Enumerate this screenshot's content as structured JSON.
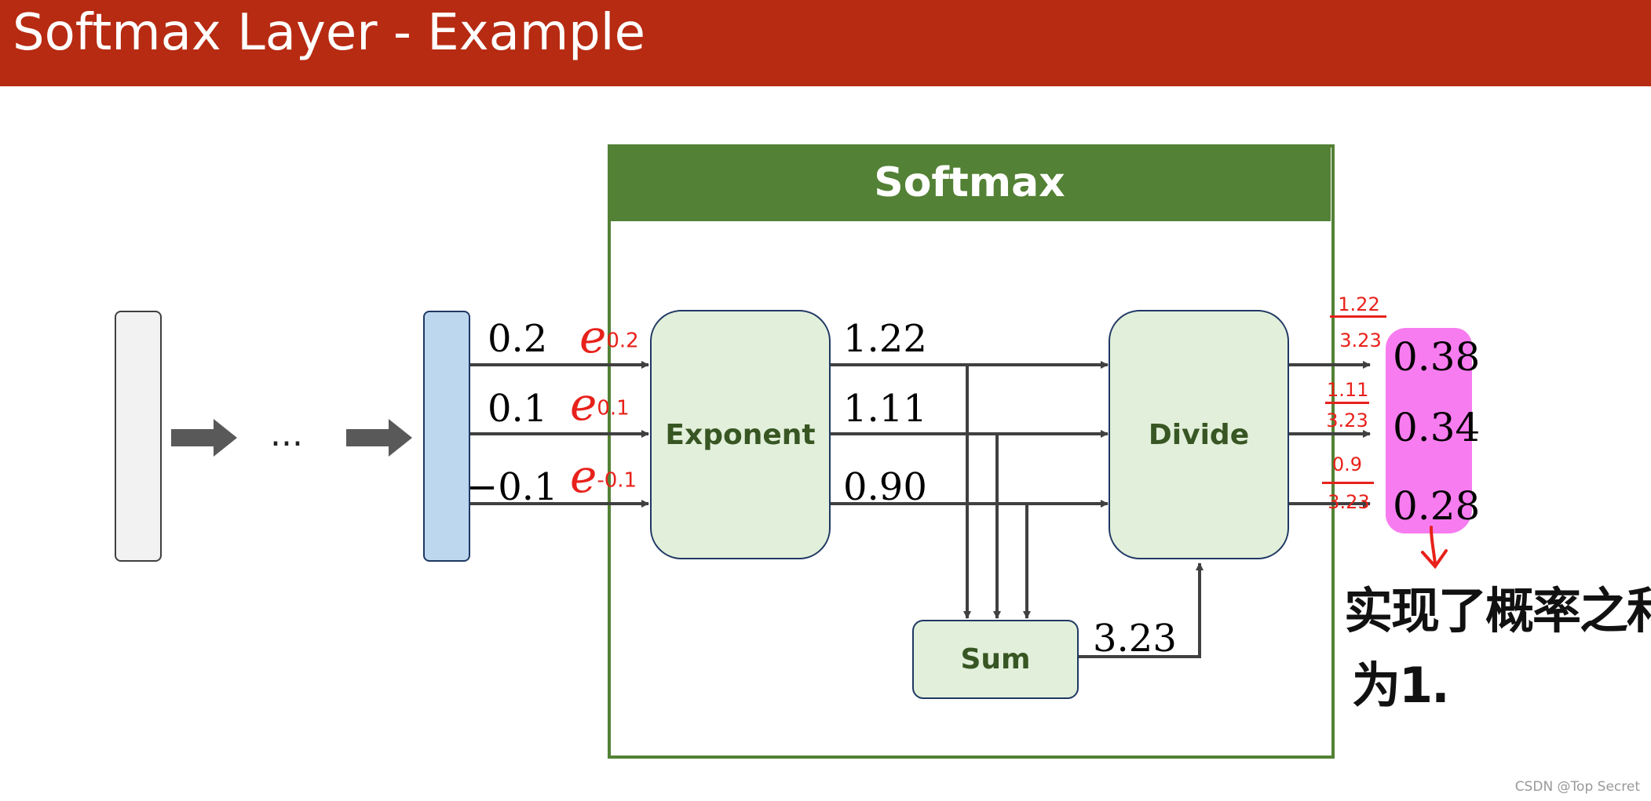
{
  "title": "Softmax Layer - Example",
  "softmax_label": "Softmax",
  "ellipsis": "...",
  "inputs": [
    "0.2",
    "0.1",
    "−0.1"
  ],
  "exponent_label": "Exponent",
  "exponent_outputs": [
    "1.22",
    "1.11",
    "0.90"
  ],
  "divide_label": "Divide",
  "sum_label": "Sum",
  "sum_value": "3.23",
  "outputs": [
    "0.38",
    "0.34",
    "0.28"
  ],
  "annotations": {
    "exp_base": "e",
    "exponents": [
      "0.2",
      "0.1",
      "-0.1"
    ],
    "fractions": [
      {
        "num": "1.22",
        "den": "3.23"
      },
      {
        "num": "1.11",
        "den": "3.23"
      },
      {
        "num": "0.9",
        "den": "3.23"
      }
    ],
    "note_line1": "实现了概率之和",
    "note_line2": "为1."
  },
  "watermark": "CSDN @Top Secret",
  "colors": {
    "title_bar": "#b72b12",
    "softmax_green": "#538135",
    "stage_fill": "#e2efda",
    "input_layer": "#bdd7ee",
    "first_layer": "#f2f2f2",
    "highlight": "#f77cf0",
    "handwriting_red": "#e8211b"
  }
}
